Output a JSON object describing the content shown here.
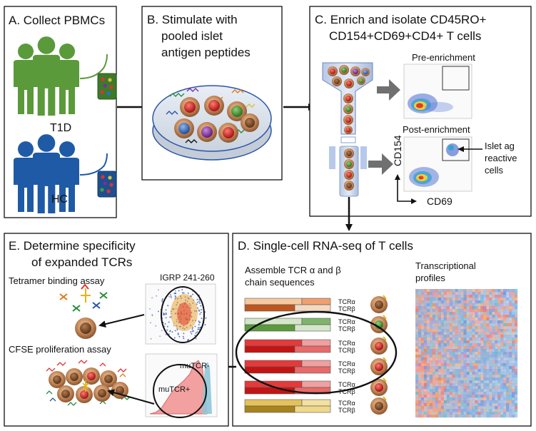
{
  "panels": {
    "a": {
      "title": "A. Collect PBMCs",
      "group1": "T1D",
      "group2": "HC"
    },
    "b": {
      "title_line1": "B.  Stimulate with",
      "title_line2": "pooled islet",
      "title_line3": "antigen peptides"
    },
    "c": {
      "title_line1": "C.  Enrich and isolate CD45RO+",
      "title_line2": "CD154+CD69+CD4+ T cells",
      "pre_label": "Pre-enrichment",
      "post_label": "Post-enrichment",
      "y_axis": "CD154",
      "x_axis": "CD69",
      "annot_line1": "Islet ag",
      "annot_line2": "reactive",
      "annot_line3": "cells"
    },
    "d": {
      "title": "D.  Single-cell RNA-seq of T cells",
      "assemble_line1": "Assemble TCR α and β",
      "assemble_line2": "chain sequences",
      "transcr_line1": "Transcriptional",
      "transcr_line2": "profiles",
      "tcr_alpha": "TCRα",
      "tcr_beta": "TCRβ"
    },
    "e": {
      "title_line1": "E.   Determine specificity",
      "title_line2": "of expanded TCRs",
      "tetramer": "Tetramer binding assay",
      "igrp": "IGRP 241-260",
      "cfse": "CFSE proliferation assay",
      "mutcr_minus": "muTCR-",
      "mutcr_plus": "muTCR+"
    }
  },
  "colors": {
    "t1d": "#5a9a3a",
    "hc": "#1f5aa6",
    "arrow": "#111111",
    "grey_arrow": "#707070",
    "histogram": "#f2a0a0"
  },
  "icons": [
    "person-icon",
    "blood-tube-icon",
    "petri-dish-icon",
    "cell-icon",
    "enrichment-column-icon",
    "flow-plot-icon",
    "heatmap-icon",
    "tetramer-icon",
    "histogram-icon"
  ]
}
